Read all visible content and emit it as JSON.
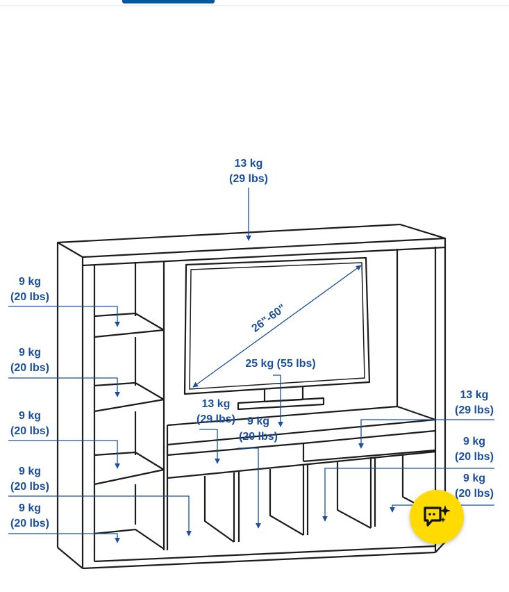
{
  "labels": {
    "top": {
      "kg": "13 kg",
      "lbs": "(29 lbs)"
    },
    "left1": {
      "kg": "9 kg",
      "lbs": "(20 lbs)"
    },
    "left2": {
      "kg": "9 kg",
      "lbs": "(20 lbs)"
    },
    "left3": {
      "kg": "9 kg",
      "lbs": "(20 lbs)"
    },
    "left4": {
      "kg": "9 kg",
      "lbs": "(20 lbs)"
    },
    "left5": {
      "kg": "9 kg",
      "lbs": "(20 lbs)"
    },
    "tv_size": "26\"-60\"",
    "tv_weight": "25 kg (55 lbs)",
    "mid_left": {
      "kg": "13 kg",
      "lbs": "(29 lbs)"
    },
    "mid_center": {
      "kg": "9 kg",
      "lbs": "(20 lbs)"
    },
    "right1": {
      "kg": "13 kg",
      "lbs": "(29 lbs)"
    },
    "right2": {
      "kg": "9 kg",
      "lbs": "(20 lbs)"
    },
    "right3": {
      "kg": "9 kg",
      "lbs": "(20 lbs)"
    }
  },
  "colors": {
    "accent": "#0058a3",
    "label": "#1a4fa0",
    "chat_button": "#ffdb00"
  },
  "icons": {
    "chat": "chat-sparkle-icon"
  }
}
